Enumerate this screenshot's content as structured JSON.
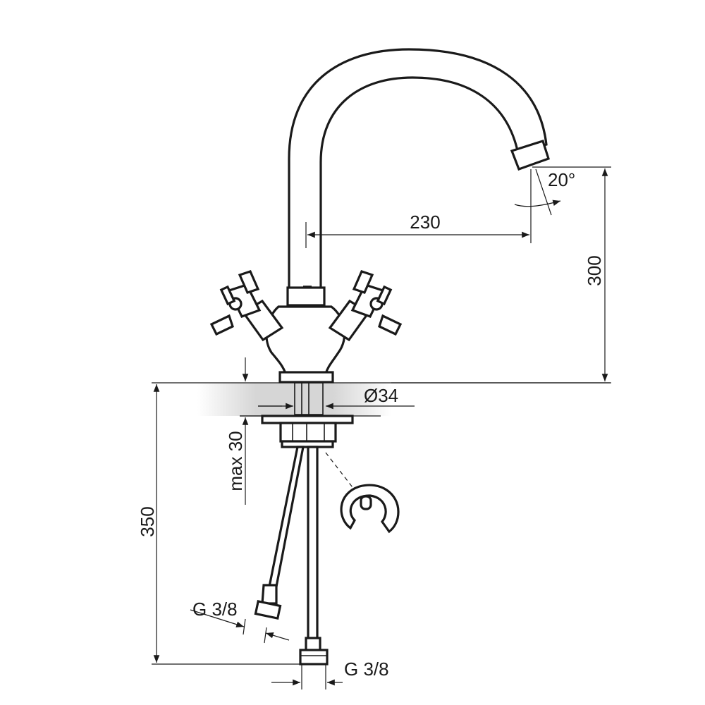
{
  "dimensions": {
    "spout_reach": "230",
    "height_above_deck": "300",
    "spout_angle": "20°",
    "hole_diameter": "Ø34",
    "max_deck_thickness": "max 30",
    "total_hose_length": "350",
    "hose_thread_left": "G 3/8",
    "hose_thread_right": "G 3/8"
  },
  "colors": {
    "line": "#1a1a1a",
    "deck_shade": "#d9d9d9",
    "background": "#ffffff"
  }
}
